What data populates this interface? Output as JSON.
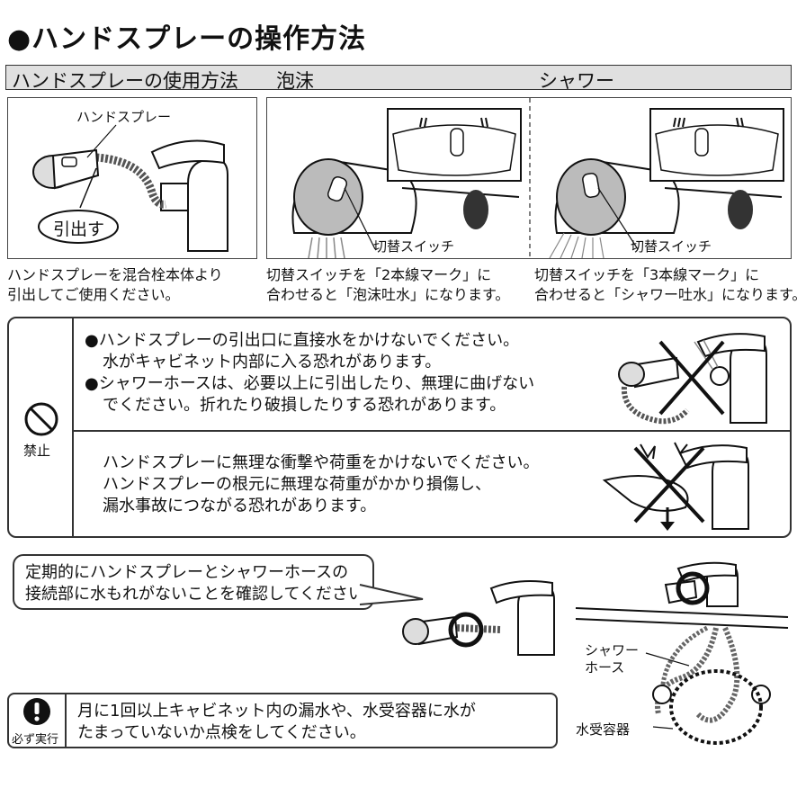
{
  "title": "●ハンドスプレーの操作方法",
  "section_bar": {
    "usage": "ハンドスプレーの使用方法",
    "foam": "泡沫",
    "shower": "シャワー"
  },
  "panel1": {
    "label_handspray": "ハンドスプレー",
    "label_pull": "引出す",
    "caption_line1": "ハンドスプレーを混合栓本体より",
    "caption_line2": "引出してご使用ください。"
  },
  "panel2": {
    "switch_label": "切替スイッチ",
    "caption_line1": "切替スイッチを「2本線マーク」に",
    "caption_line2": "合わせると「泡沫吐水」になります。"
  },
  "panel3": {
    "switch_label": "切替スイッチ",
    "caption_line1": "切替スイッチを「3本線マーク」に",
    "caption_line2": "合わせると「シャワー吐水」になります。"
  },
  "prohibit": {
    "icon_label": "禁止",
    "b1_line1": "●ハンドスプレーの引出口に直接水をかけないでください。",
    "b1_line2": "水がキャビネット内部に入る恐れがあります。",
    "b2_line1": "●シャワーホースは、必要以上に引出したり、無理に曲げない",
    "b2_line2": "でください。折れたり破損したりする恐れがあります。",
    "c_line1": "ハンドスプレーに無理な衝撃や荷重をかけないでください。",
    "c_line2": "ハンドスプレーの根元に無理な荷重がかかり損傷し、",
    "c_line3": "漏水事故につながる恐れがあります。"
  },
  "check": {
    "line1": "定期的にハンドスプレーとシャワーホースの",
    "line2": "接続部に水もれがないことを確認してください。"
  },
  "cabinet": {
    "hose_label_1": "シャワー",
    "hose_label_2": "ホース",
    "receiver_label": "水受容器"
  },
  "must": {
    "icon_label": "必ず実行",
    "line1": "月に1回以上キャビネット内の漏水や、水受容器に水が",
    "line2": "たまっていないか点検をしてください。"
  }
}
